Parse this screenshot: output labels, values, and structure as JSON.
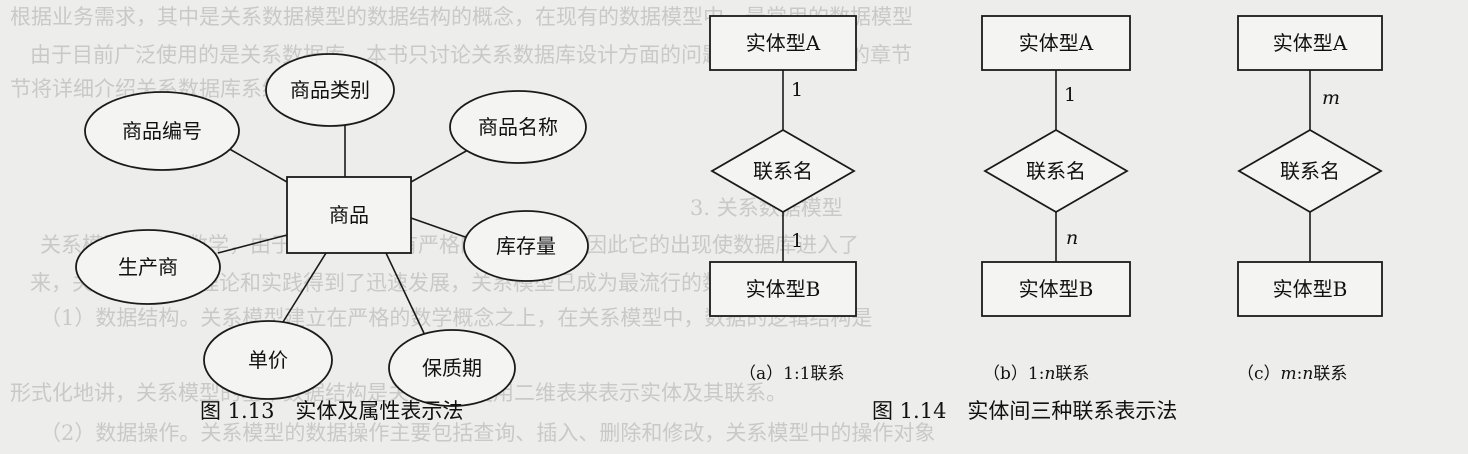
{
  "background_text": [
    "根据业务需求，其中是关系数据模型的数据结构的概念，在现有的数据模型中，最常用的数据模型",
    "由于目前广泛使用的是关系数据库，本书只讨论关系数据库设计方面的问题，而本书后面的章节",
    "节将详细介绍关系数据库系统。",
    "3. 关系数据模型",
    "关系模型是基于数学，由于关系模型具有严格的数学基础，因此它的出现使数据库进入了",
    "来，关系数据库的理论和实践得到了迅速发展，关系模型已成为最流行的数据模型。",
    "（1）数据结构。关系模型建立在严格的数学概念之上，在关系模型中，数据的逻辑结构是",
    "形式化地讲，关系模型的基本数据结构是关系，它使用二维表来表示实体及其联系。",
    "（2）数据操作。关系模型的数据操作主要包括查询、插入、删除和修改，关系模型中的操作对象"
  ],
  "fig113": {
    "entity": "商品",
    "attributes": [
      "商品类别",
      "商品编号",
      "商品名称",
      "库存量",
      "生产商",
      "单价",
      "保质期"
    ],
    "caption": "图 1.13　实体及属性表示法"
  },
  "fig114": {
    "caption": "图 1.14　实体间三种联系表示法",
    "a": {
      "top": "实体型A",
      "rel": "联系名",
      "bottom": "实体型B",
      "card_top": "1",
      "card_bottom": "1",
      "sub": "（a）1:1联系"
    },
    "b": {
      "top": "实体型A",
      "rel": "联系名",
      "bottom": "实体型B",
      "card_top": "1",
      "card_bottom": "n",
      "sub_prefix": "（b）1:",
      "sub_var": "n",
      "sub_suffix": "联系"
    },
    "c": {
      "top": "实体型A",
      "rel": "联系名",
      "bottom": "实体型B",
      "card_top": "m",
      "sub_prefix": "（c）",
      "sub_var1": "m",
      "sub_mid": ":",
      "sub_var2": "n",
      "sub_suffix": "联系"
    }
  }
}
